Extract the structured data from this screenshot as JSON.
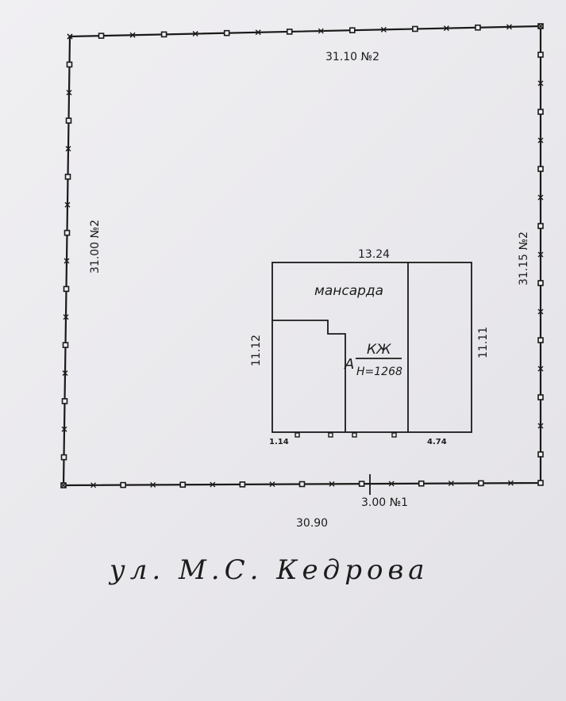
{
  "plot": {
    "top_dimension": "31.10 №2",
    "left_dimension": "31.00 №2",
    "right_dimension": "31.15 №2",
    "bottom_dimension": "30.90",
    "bottom_segment": "3.00 №1"
  },
  "building": {
    "width_label": "13.24",
    "left_height_label": "11.12",
    "right_height_label": "11.11",
    "attic_label": "мансарда",
    "material_label": "КЖ",
    "height_label": "Н=1268",
    "letter": "А",
    "offset_left": "1.14",
    "offset_right": "4.74"
  },
  "street": "ул.  М.С.  Кедрова"
}
